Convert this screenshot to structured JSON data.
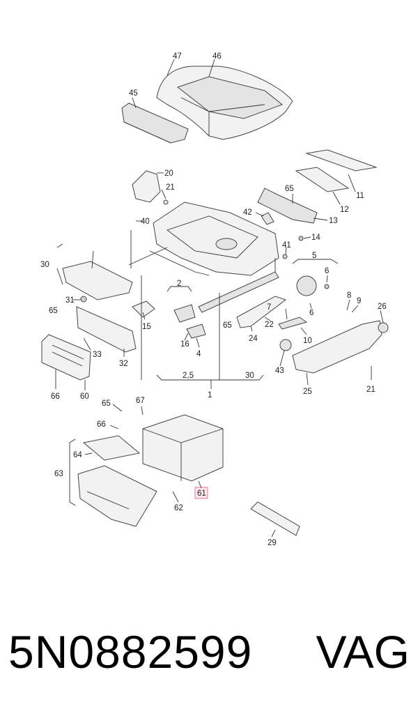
{
  "footer": {
    "part_number": "5N0882599",
    "brand": "VAG"
  },
  "diagram": {
    "highlight_callout": "61",
    "callouts": [
      "47",
      "46",
      "45",
      "20",
      "21",
      "40",
      "11",
      "65",
      "12",
      "42",
      "13",
      "14",
      "41",
      "5",
      "6",
      "30",
      "31",
      "2",
      "15",
      "65",
      "16",
      "4",
      "8",
      "9",
      "26",
      "7",
      "22",
      "65",
      "24",
      "6",
      "10",
      "43",
      "25",
      "21",
      "33",
      "32",
      "66",
      "60",
      "2,5",
      "30",
      "1",
      "65",
      "67",
      "66",
      "64",
      "63",
      "62",
      "61",
      "29"
    ]
  }
}
